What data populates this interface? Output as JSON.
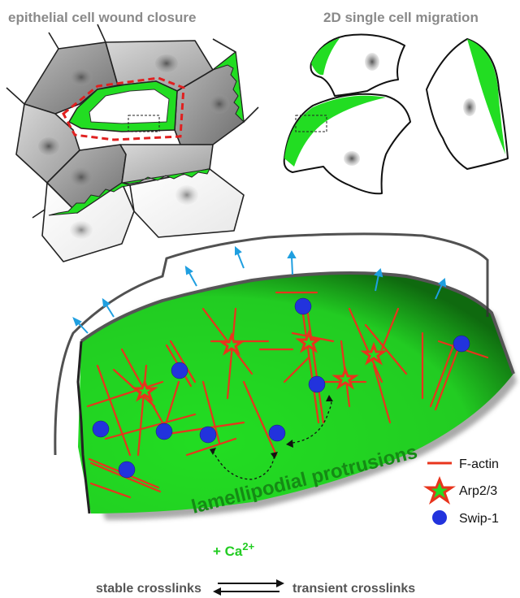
{
  "titles": {
    "left": "epithelial cell wound closure",
    "right": "2D single cell migration"
  },
  "protrusion_label": "lamellipodial protrusions",
  "legend": {
    "factin": "F-actin",
    "arp": "Arp2/3",
    "swip": "Swip-1"
  },
  "bottom": {
    "stable": "stable crosslinks",
    "transient": "transient crosslinks",
    "ca_prefix": "+ Ca",
    "ca_sup": "2+"
  },
  "colors": {
    "lamellipodium": "#1fd61f",
    "factin": "#e8341c",
    "swip": "#2233dd",
    "arrow": "#1f9fe0",
    "dashed_box": "#e02020"
  }
}
